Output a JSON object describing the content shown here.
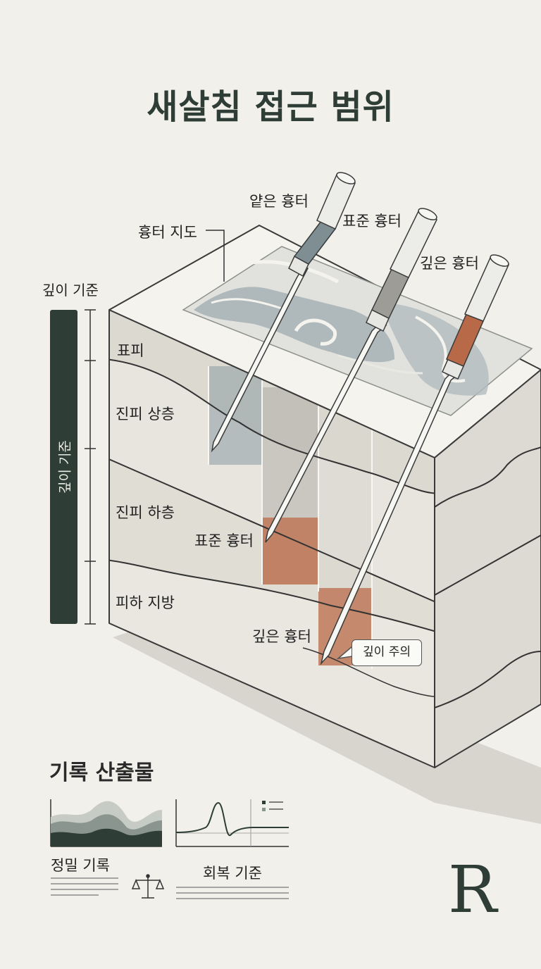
{
  "title": "새살침 접근 범위",
  "labels": {
    "map": "흉터 지도",
    "shallow_needle": "얕은 흉터",
    "standard_needle": "표준 흉터",
    "deep_needle": "깊은 흉터",
    "depth_ref_title": "깊이 기준",
    "depth_bar": "깊이 기준",
    "layer_epidermis": "표피",
    "layer_upper_dermis": "진피 상층",
    "layer_lower_dermis": "진피 하층",
    "layer_subcutaneous": "피하 지방",
    "standard_tip": "표준 흉터",
    "deep_tip": "깊은 흉터",
    "depth_warning": "깊이 주의"
  },
  "records": {
    "title": "기록 산출물",
    "chart1_caption": "정밀 기록",
    "chart2_caption": "회복 기준"
  },
  "logo": "R",
  "colors": {
    "background": "#f1f0eb",
    "dark_green": "#2e3d35",
    "shallow_tint": "#8a9ba2",
    "standard_tint": "#a4a29c",
    "deep_tint": "#b86a48"
  },
  "icons": [
    "balance-scale-icon",
    "legend-icon"
  ]
}
